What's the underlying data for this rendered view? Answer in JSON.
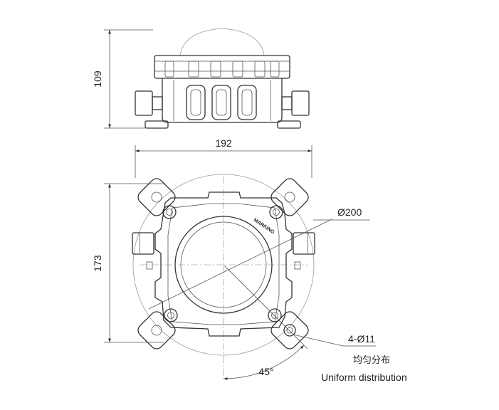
{
  "side_view": {
    "height_dimension": "109"
  },
  "top_view": {
    "width_dimension": "192",
    "height_dimension": "173",
    "diameter_label": "Ø200",
    "hole_spec": "4-Ø11",
    "distribution_cn": "均匀分布",
    "distribution_en": "Uniform distribution",
    "angle_label": "45°",
    "nameplate_text": "MARKING"
  }
}
